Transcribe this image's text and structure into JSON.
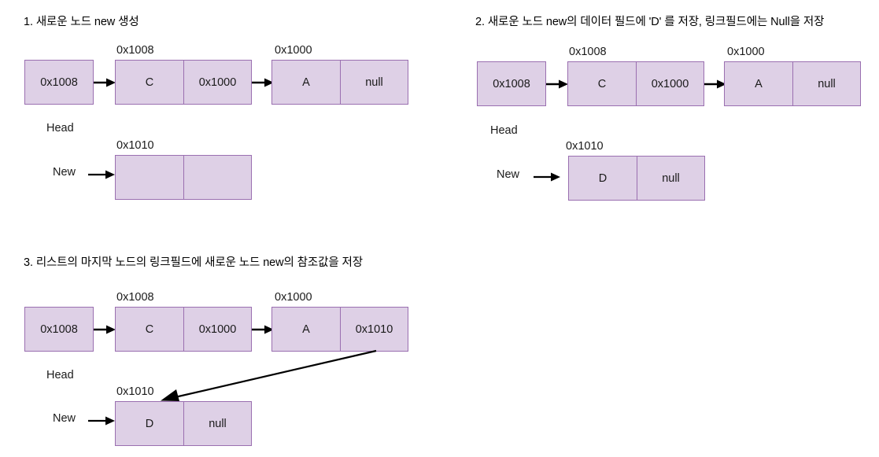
{
  "colors": {
    "node_fill": "#ded0e6",
    "node_border": "#9a6fb0",
    "arrow": "#000000",
    "text": "#1a1a1a"
  },
  "panels": [
    {
      "id": "step-1",
      "title": "1. 새로운 노드 new 생성",
      "head_pointer_value": "0x1008",
      "list_nodes": [
        {
          "address": "0x1008",
          "data": "C",
          "link": "0x1000"
        },
        {
          "address": "0x1000",
          "data": "A",
          "link": "null"
        }
      ],
      "head_label": "Head",
      "new_label": "New",
      "new_node": {
        "address": "0x1010",
        "data": "",
        "link": ""
      }
    },
    {
      "id": "step-2",
      "title": "2. 새로운 노드 new의 데이터 필드에 'D' 를 저장, 링크필드에는 Null을 저장",
      "head_pointer_value": "0x1008",
      "list_nodes": [
        {
          "address": "0x1008",
          "data": "C",
          "link": "0x1000"
        },
        {
          "address": "0x1000",
          "data": "A",
          "link": "null"
        }
      ],
      "head_label": "Head",
      "new_label": "New",
      "new_node": {
        "address": "0x1010",
        "data": "D",
        "link": "null"
      }
    },
    {
      "id": "step-3",
      "title": "3. 리스트의 마지막 노드의 링크필드에 새로운 노드 new의 참조값을 저장",
      "head_pointer_value": "0x1008",
      "list_nodes": [
        {
          "address": "0x1008",
          "data": "C",
          "link": "0x1000"
        },
        {
          "address": "0x1000",
          "data": "A",
          "link": "0x1010"
        }
      ],
      "head_label": "Head",
      "new_label": "New",
      "new_node": {
        "address": "0x1010",
        "data": "D",
        "link": "null"
      }
    }
  ]
}
